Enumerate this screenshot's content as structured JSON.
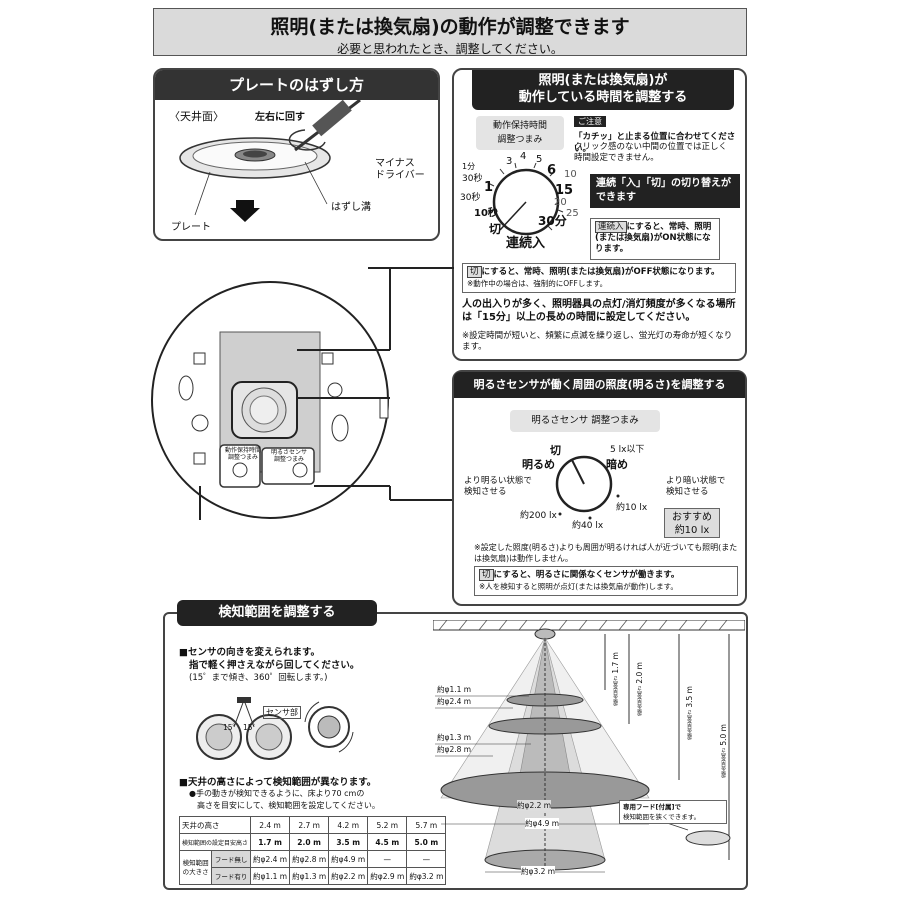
{
  "header": {
    "title": "照明(または換気扇)の動作が調整できます",
    "subtitle": "必要と思われたとき、調整してください。"
  },
  "plate_panel": {
    "title": "プレートのはずし方",
    "ceiling": "〈天井面〉",
    "rotate": "左右に回す",
    "driver": "マイナス\nドライバー",
    "groove": "はずし溝",
    "plate": "プレート"
  },
  "time_panel": {
    "title_line1": "照明(または換気扇)が",
    "title_line2": "動作している時間を調整する",
    "knob_label_line1": "動作保持時間",
    "knob_label_line2": "調整つまみ",
    "dial": {
      "m1": "1分",
      "s30a": "30秒",
      "n3": "3",
      "n4": "4",
      "n5": "5",
      "n6": "6",
      "n10": "10",
      "n15": "15",
      "n20": "20",
      "n25": "25",
      "m30": "30分",
      "n1": "1",
      "s30b": "30秒",
      "s10": "10秒",
      "off": "切",
      "cont": "連続入"
    },
    "caution_tag": "ご注意",
    "caution_bold": "「カチッ」と止まる位置に合わせてください。",
    "caution_text": "クリック感のない中間の位置では正しく時間設定できません。",
    "switch_title": "連続「入」「切」の切り替えができます",
    "cont_tag": "連続入",
    "cont_text": "にすると、常時、照明(または換気扇)がON状態になります。",
    "off_tag": "切",
    "off_text": "にすると、常時、照明(または換気扇)がOFF状態になります。",
    "off_note": "※動作中の場合は、強制的にOFFします。",
    "advice": "人の出入りが多く、照明器具の点灯/消灯頻度が多くなる場所は「15分」以上の長めの時間に設定してください。",
    "advice_note": "※設定時間が短いと、頻繁に点滅を繰り返し、蛍光灯の寿命が短くなります。"
  },
  "device": {
    "knob1_title": "動作保持時間",
    "knob1_sub": "調整つまみ",
    "knob2_title": "明るさセンサ",
    "knob2_sub": "調整つまみ"
  },
  "bright_panel": {
    "title": "明るさセンサが働く周囲の照度(明るさ)を調整する",
    "knob_label": "明るさセンサ 調整つまみ",
    "off": "切",
    "bright": "明るめ",
    "dark": "暗め",
    "lx5": "5 lx以下",
    "lx10": "約10 lx",
    "lx40": "約40 lx",
    "lx200": "約200 lx",
    "left_note": "より明るい状態で\n検知させる",
    "right_note": "より暗い状態で\n検知させる",
    "recommend": "おすすめ\n約10 lx",
    "note1": "※設定した照度(明るさ)よりも周囲が明るければ人が近づいても照明(または換気扇)は動作しません。",
    "off_tag": "切",
    "off_text": "にすると、明るさに関係なくセンサが働きます。",
    "off_note": "※人を検知すると照明が点灯(または換気扇が動作)します。"
  },
  "range_panel": {
    "title": "検知範囲を調整する",
    "dir_title": "■センサの向きを変えられます。",
    "dir_text1": "指で軽く押さえながら回してください。",
    "dir_text2": "(15゜まで傾き、360゜回転します。)",
    "sensor_part": "センサ部",
    "deg": "15゜",
    "height_title": "■天井の高さによって検知範囲が異なります。",
    "height_text1": "●手の動きが検知できるように、床より70 cmの",
    "height_text2": "高さを目安にして、検知範囲を設定してください。",
    "table": {
      "row1_label": "天井の高さ",
      "heights": [
        "2.4 m",
        "2.7 m",
        "4.2 m",
        "5.2 m",
        "5.7 m"
      ],
      "row2_label": "検知範囲の設定目安高さ",
      "set_heights": [
        "1.7 m",
        "2.0 m",
        "3.5 m",
        "4.5 m",
        "5.0 m"
      ],
      "row3_label_a": "検知範囲",
      "row3_label_b": "の大きさ",
      "hood_none": "フード無し",
      "hood_yes": "フード有り",
      "no_hood_vals": [
        "約φ2.4 m",
        "約φ2.8 m",
        "約φ4.9 m",
        "—",
        "—"
      ],
      "hood_vals": [
        "約φ1.1 m",
        "約φ1.3 m",
        "約φ2.2 m",
        "約φ2.9 m",
        "約φ3.2 m"
      ]
    },
    "diagram": {
      "d11": "約φ1.1 m",
      "d24": "約φ2.4 m",
      "d13": "約φ1.3 m",
      "d28": "約φ2.8 m",
      "d22": "約φ2.2 m",
      "d49": "約φ4.9 m",
      "d32": "約φ3.2 m",
      "h17": "1.7 m",
      "h20": "2.0 m",
      "h35": "3.5 m",
      "h50": "5.0 m",
      "vlabel": "設定目安高さ",
      "hood_text1": "専用フード[付属]で",
      "hood_text2": "検知範囲を狭くできます。"
    }
  }
}
